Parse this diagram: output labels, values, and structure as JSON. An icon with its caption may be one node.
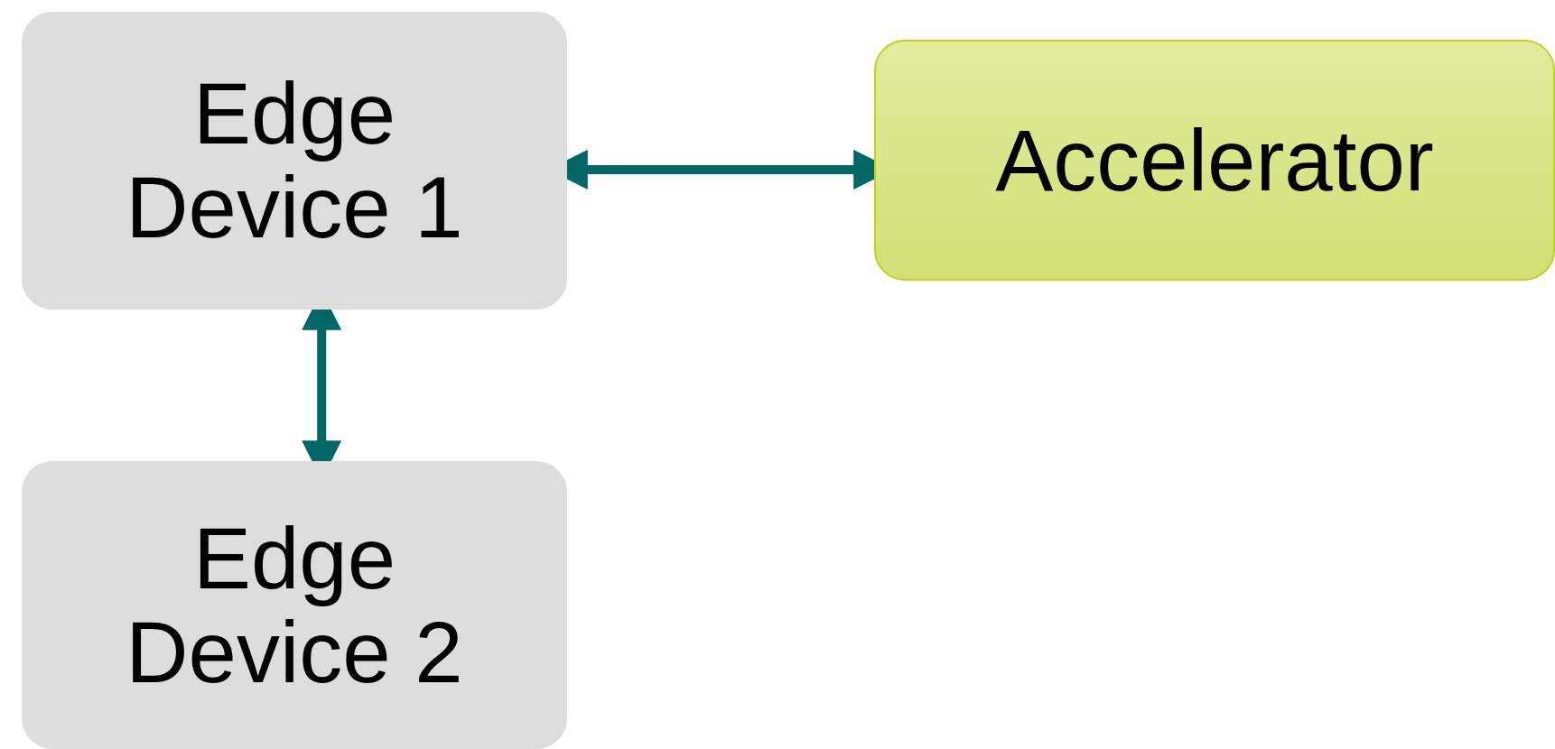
{
  "diagram": {
    "nodes": [
      {
        "text": [
          "Edge Device 1"
        ]
      },
      {
        "text": [
          "Accelerator"
        ]
      },
      {
        "text": [
          "Edge Device 2"
        ]
      }
    ],
    "edges": [
      {
        "from": 0,
        "to": 1,
        "arrow": "both"
      },
      {
        "from": 0,
        "to": 2,
        "arrow": "both"
      }
    ]
  }
}
